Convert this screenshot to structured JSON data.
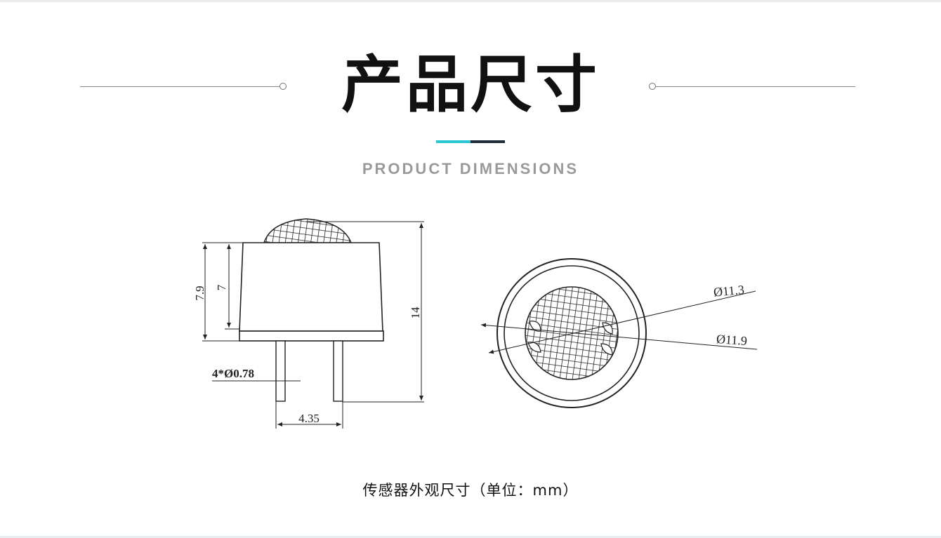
{
  "header": {
    "title": "产品尺寸",
    "subtitle": "PRODUCT DIMENSIONS"
  },
  "colors": {
    "accent_cyan": "#29c6d3",
    "accent_dark": "#1f2c3a",
    "subtitle_gray": "#9a9a9a"
  },
  "side_view": {
    "height_total_label": "7.9",
    "height_body_label": "7",
    "overall_height_label": "14",
    "pin_diameter_label": "4*Ø0.78",
    "pin_spacing_label": "4.35"
  },
  "top_view": {
    "inner_diameter_label": "Ø11.3",
    "outer_diameter_label": "Ø11.9"
  },
  "caption": "传感器外观尺寸（单位：mm）"
}
